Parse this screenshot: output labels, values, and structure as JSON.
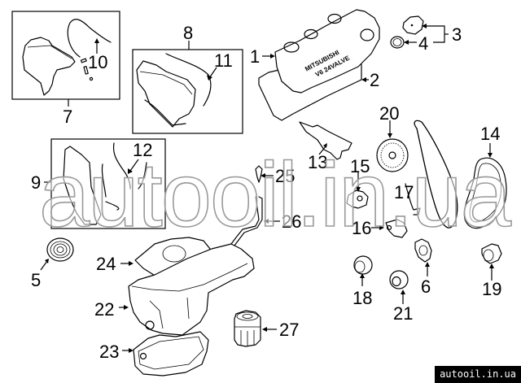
{
  "diagram": {
    "type": "exploded-parts-diagram",
    "subject": "engine timing cover, valve cover, oil pan and timing belt components",
    "callouts": [
      {
        "id": "1",
        "label": "1"
      },
      {
        "id": "2",
        "label": "2"
      },
      {
        "id": "3",
        "label": "3"
      },
      {
        "id": "4",
        "label": "4"
      },
      {
        "id": "5",
        "label": "5"
      },
      {
        "id": "6",
        "label": "6"
      },
      {
        "id": "7",
        "label": "7"
      },
      {
        "id": "8",
        "label": "8"
      },
      {
        "id": "9",
        "label": "9"
      },
      {
        "id": "10",
        "label": "10"
      },
      {
        "id": "11",
        "label": "11"
      },
      {
        "id": "12",
        "label": "12"
      },
      {
        "id": "13",
        "label": "13"
      },
      {
        "id": "14",
        "label": "14"
      },
      {
        "id": "15",
        "label": "15"
      },
      {
        "id": "16",
        "label": "16"
      },
      {
        "id": "17",
        "label": "17"
      },
      {
        "id": "18",
        "label": "18"
      },
      {
        "id": "19",
        "label": "19"
      },
      {
        "id": "20",
        "label": "20"
      },
      {
        "id": "21",
        "label": "21"
      },
      {
        "id": "22",
        "label": "22"
      },
      {
        "id": "23",
        "label": "23"
      },
      {
        "id": "24",
        "label": "24"
      },
      {
        "id": "25",
        "label": "25"
      },
      {
        "id": "26",
        "label": "26"
      },
      {
        "id": "27",
        "label": "27"
      }
    ],
    "valve_cover_text": {
      "brand": "MITSUBISHI",
      "spec": "V6 24VALVE"
    }
  },
  "watermark": {
    "text": "autooil.in.ua"
  },
  "footer": {
    "badge_text": "autooil.in.ua"
  },
  "colors": {
    "line": "#000000",
    "background": "#ffffff",
    "watermark_outline": "#9a9a9a",
    "badge_bg": "#000000",
    "badge_fg": "#ffffff"
  }
}
